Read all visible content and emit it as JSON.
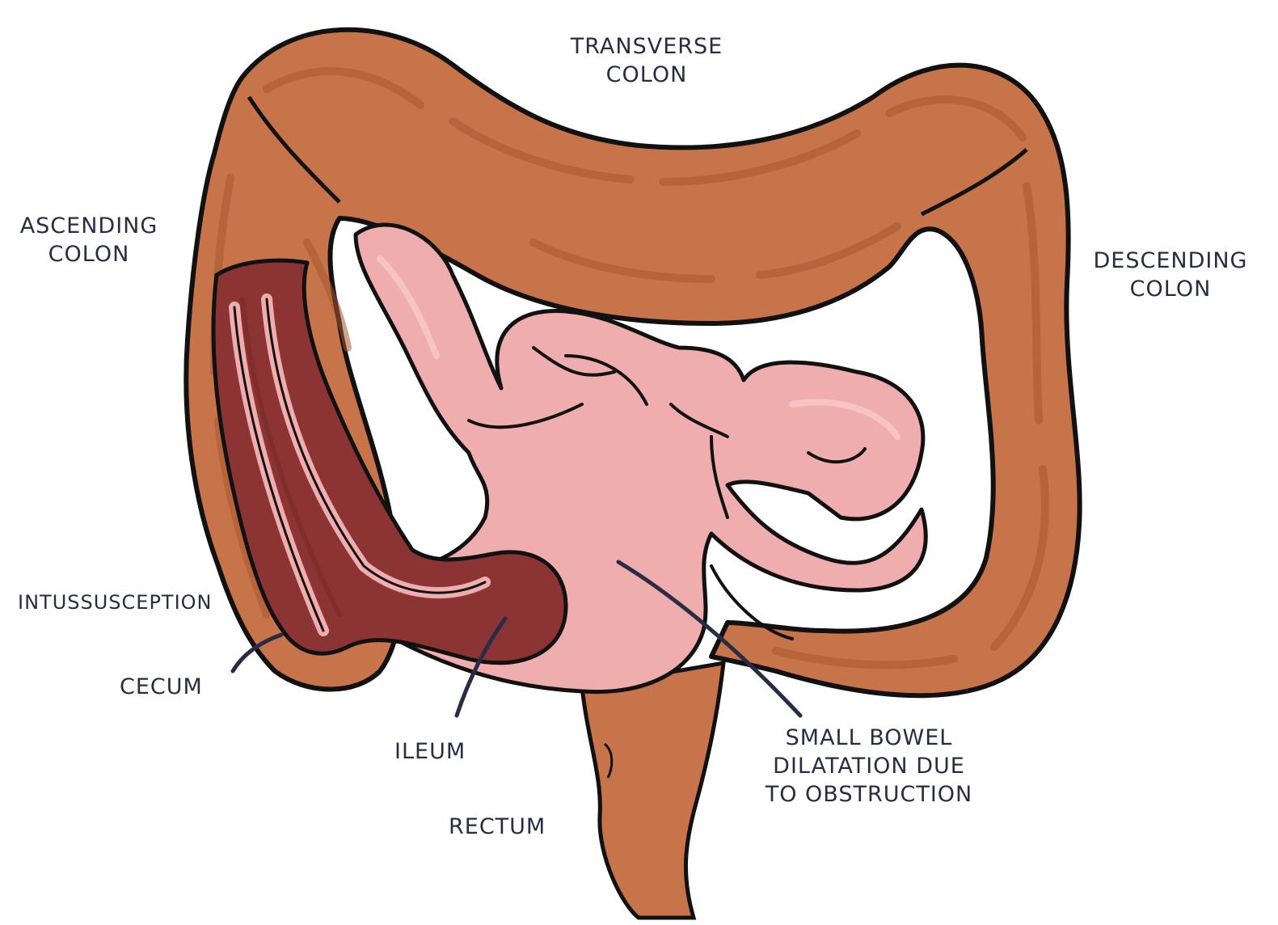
{
  "labels": {
    "transverse_colon": "TRANSVERSE COLON",
    "ascending_colon": "ASCENDING COLON",
    "descending_colon": "DESCENDING COLON",
    "intussusception": "INTUSSUSCEPTION",
    "cecum": "CECUM",
    "ileum": "ILEUM",
    "rectum": "RECTUM",
    "small_bowel_dilatation": "SMALL BOWEL DILATATION DUE TO OBSTRUCTION"
  },
  "colors": {
    "colon": "#c8744a",
    "colon_fold": "#b05f37",
    "small_bowel": "#efadae",
    "intussusception": "#8c3434",
    "outline": "#111111",
    "label_text": "#2a2c45"
  }
}
